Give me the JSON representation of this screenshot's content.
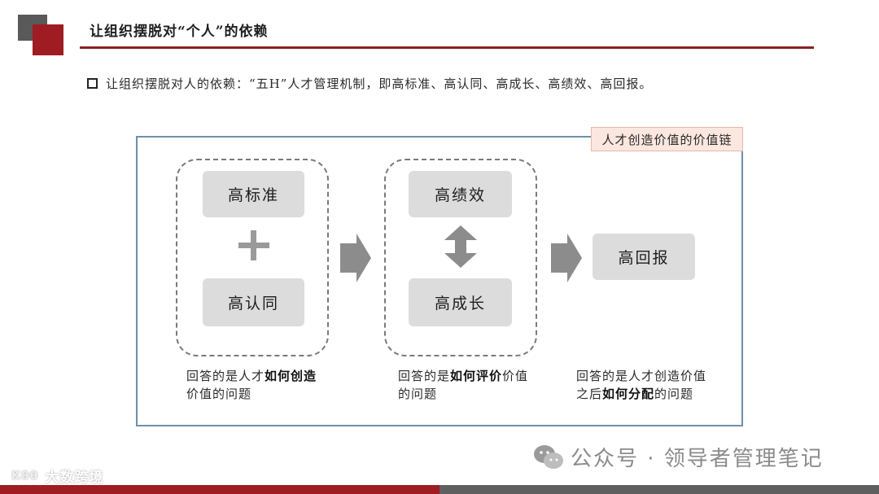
{
  "header": {
    "title": "让组织摆脱对“个人”的依赖"
  },
  "bullet": {
    "text": "让组织摆脱对人的依赖：“五H”人才管理机制，即高标准、高认同、高成长、高绩效、高回报。"
  },
  "diagram": {
    "frame_label": "人才创造价值的价值链",
    "group1": {
      "top": "高标准",
      "bottom": "高认同"
    },
    "group2": {
      "top": "高绩效",
      "bottom": "高成长"
    },
    "result": "高回报",
    "notes": [
      {
        "line1_pre": "回答的是人才",
        "line1_bold": "如何创造",
        "line2": "价值的问题"
      },
      {
        "line1_pre": "回答的是",
        "line1_bold": "如何评价",
        "line1_post": "价值",
        "line2": "的问题"
      },
      {
        "line1_pre": "回答的是人才创造价值",
        "line2_pre": "之后",
        "line2_bold": "如何分配",
        "line2_post": "的问题"
      }
    ]
  },
  "watermarks": {
    "wechat": "公众号 · 领导者管理笔记",
    "bottom_logo": "K00",
    "bottom_text": "大数跨境"
  },
  "colors": {
    "accent_red": "#9e1c22",
    "frame_blue": "#6f8fa8",
    "pill_gray": "#dcdcdc",
    "tag_bg": "#fbe7df"
  }
}
